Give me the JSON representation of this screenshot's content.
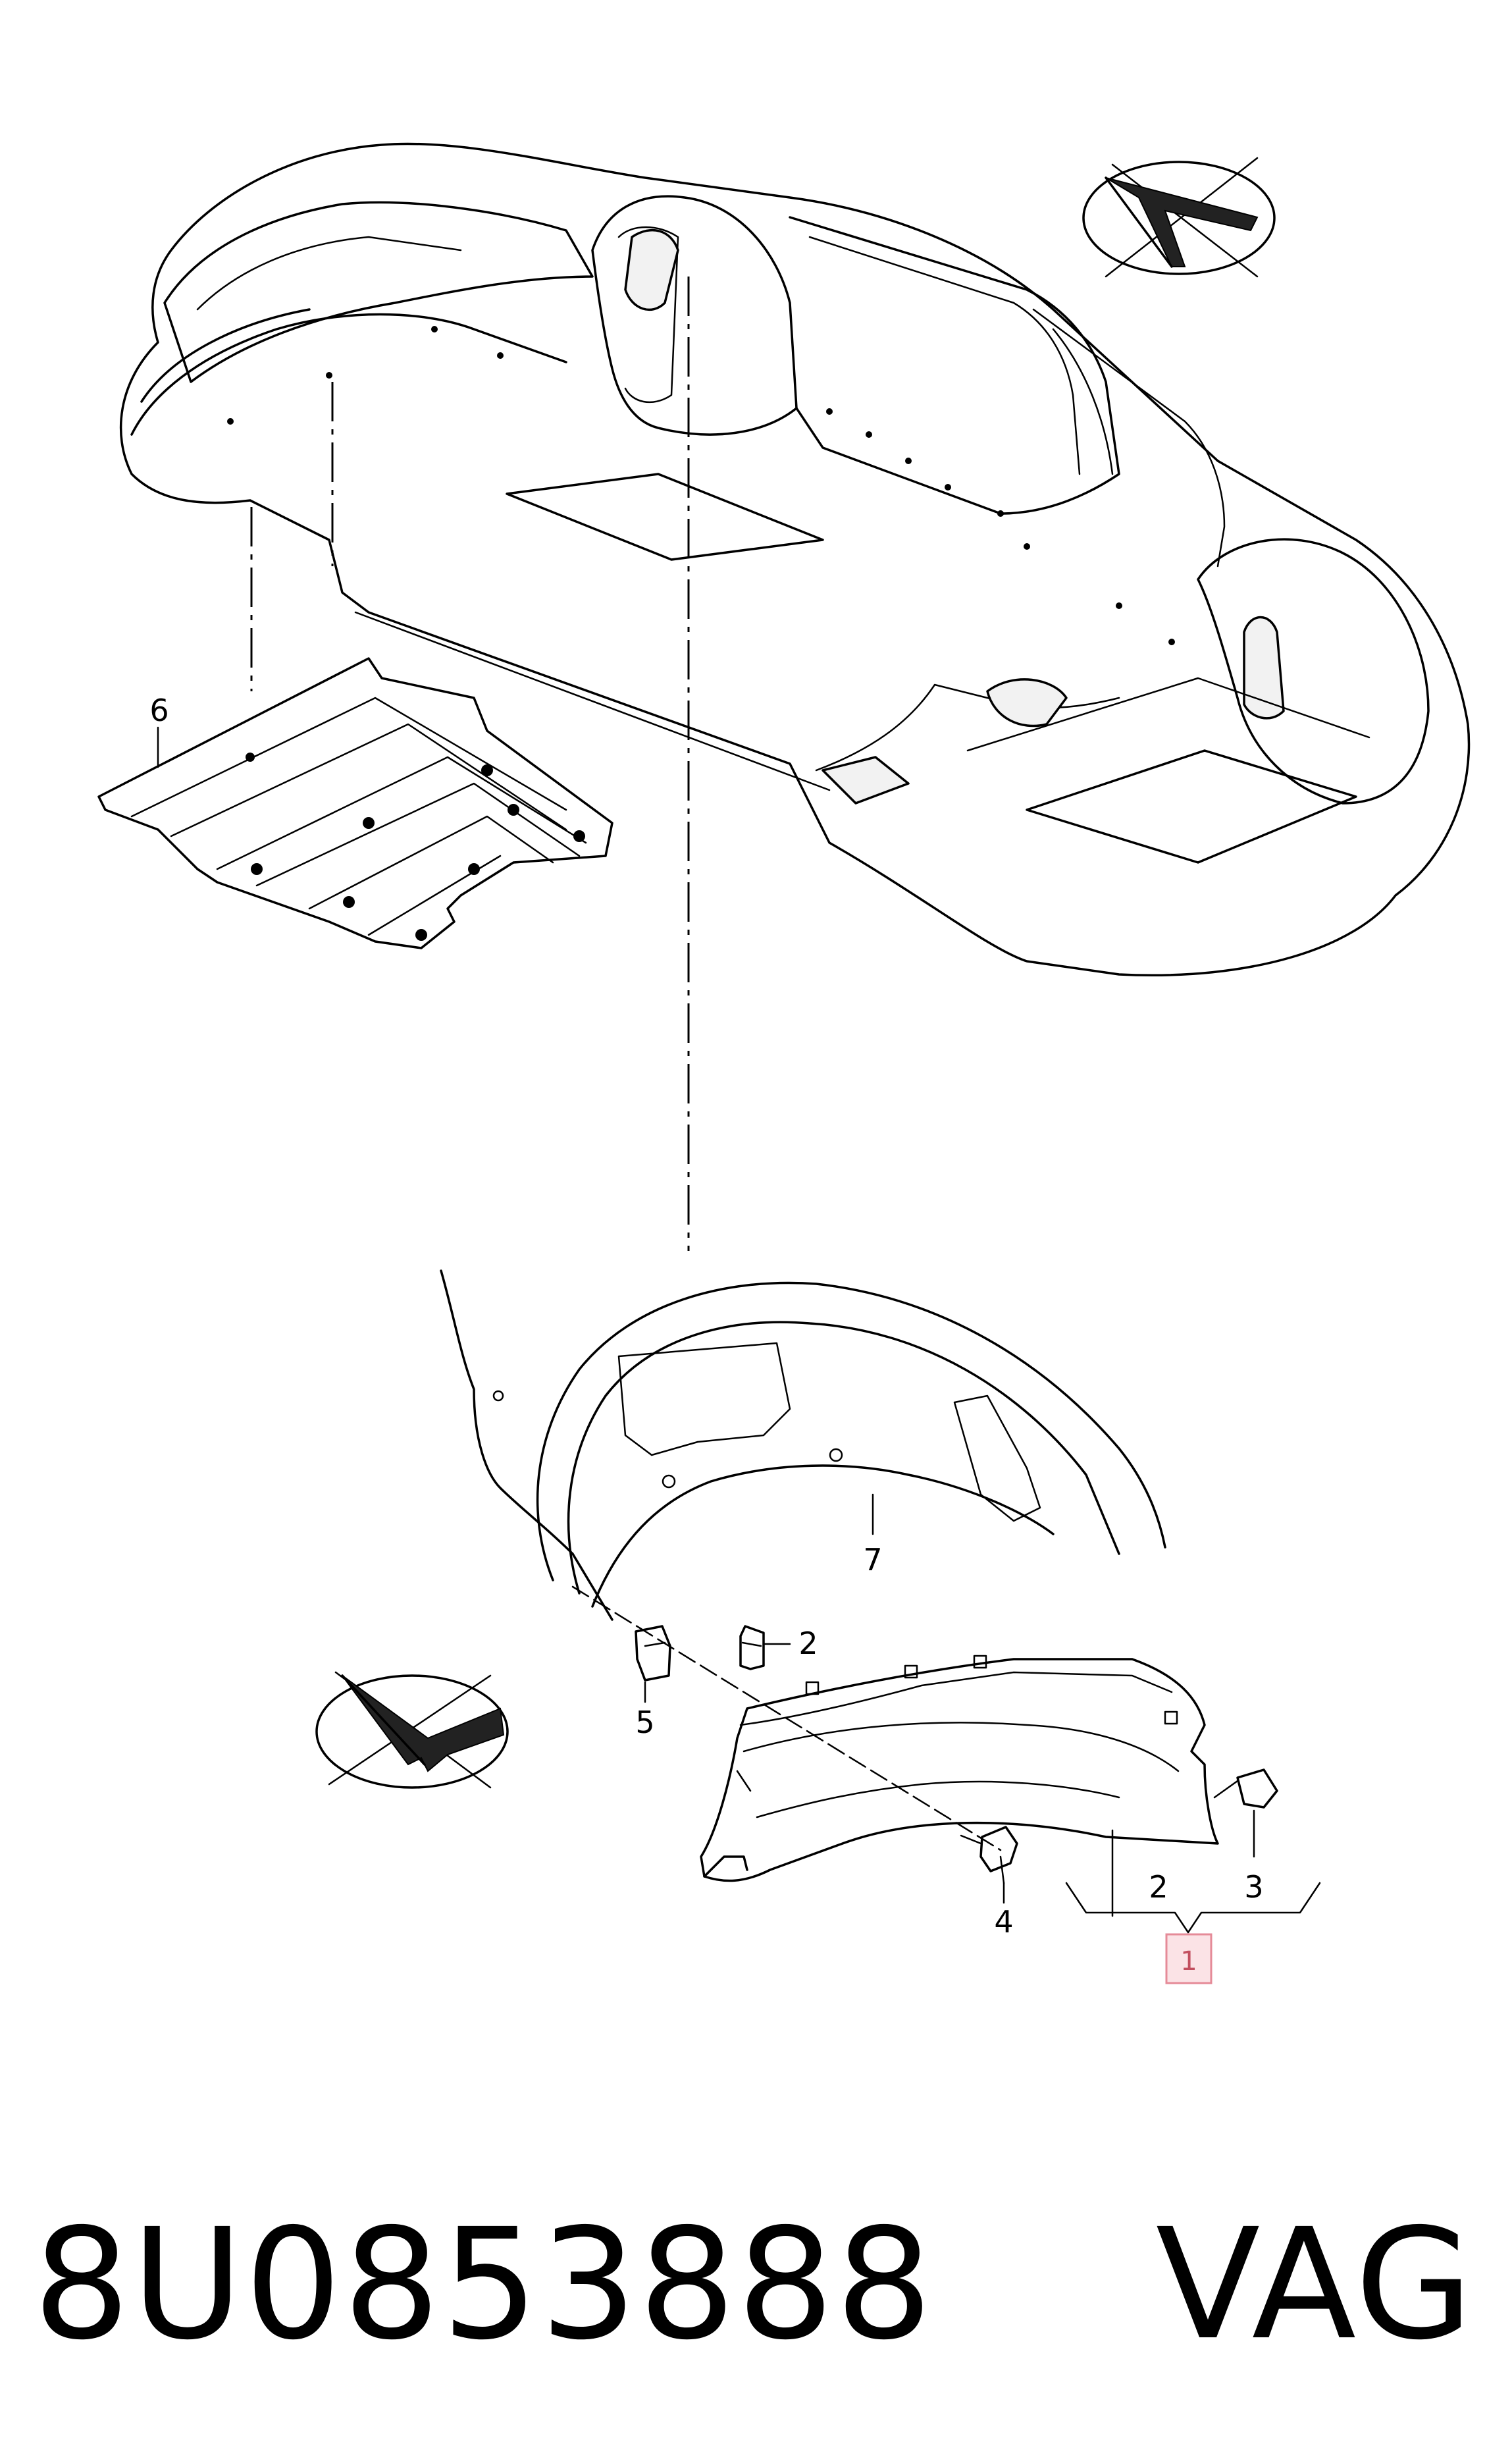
{
  "callouts": {
    "c1": "1",
    "c2a": "2",
    "c2b": "2",
    "c3": "3",
    "c4": "4",
    "c5": "5",
    "c6": "6",
    "c7": "7"
  },
  "footer": {
    "part_number": "8U0853888",
    "brand": "VAG"
  },
  "colors": {
    "line": "#000000",
    "highlight_fill": "#fbe3e6",
    "highlight_stroke": "#e58b98"
  }
}
